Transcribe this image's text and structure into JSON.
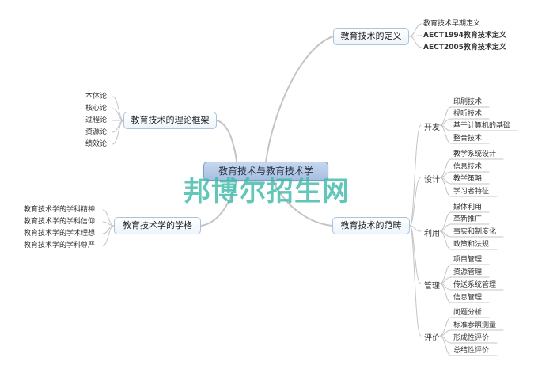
{
  "center": "教育技术与教育技术学",
  "definition": {
    "title": "教育技术的定义",
    "items": [
      "教育技术早期定义",
      "AECT1994教育技术定义",
      "AECT2005教育技术定义"
    ]
  },
  "theory": {
    "title": "教育技术的理论框架",
    "items": [
      "本体论",
      "核心论",
      "过程论",
      "资源论",
      "绩效论"
    ]
  },
  "discipline": {
    "title": "教育技术学的学格",
    "items": [
      "教育技术学的学科精神",
      "教育技术学的学科信仰",
      "教育技术学的学术理想",
      "教育技术学的学科尊严"
    ]
  },
  "scope": {
    "title": "教育技术的范畴",
    "categories": [
      {
        "name": "开发",
        "items": [
          "印刷技术",
          "视听技术",
          "基于计算机的基础",
          "整合技术"
        ]
      },
      {
        "name": "设计",
        "items": [
          "教学系统设计",
          "信息技术",
          "教学策略",
          "学习者特征"
        ]
      },
      {
        "name": "利用",
        "items": [
          "媒体利用",
          "革新推广",
          "事实和制度化",
          "政策和法规"
        ]
      },
      {
        "name": "管理",
        "items": [
          "项目管理",
          "资源管理",
          "传送系统管理",
          "信息管理"
        ]
      },
      {
        "name": "评价",
        "items": [
          "问题分析",
          "标准参照测量",
          "形成性评价",
          "总结性评价"
        ]
      }
    ]
  },
  "watermark": "邦博尔招生网",
  "colors": {
    "link": "#c4c4c4",
    "watermark": "#40baaa",
    "center_fill": "#b5cae7",
    "node_border": "#a9c4dc"
  }
}
